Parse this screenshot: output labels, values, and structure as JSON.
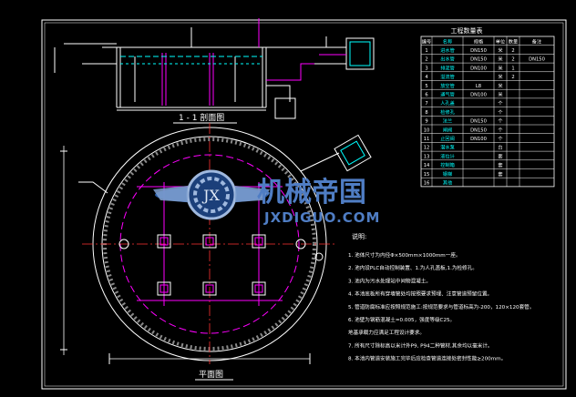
{
  "drawing": {
    "section_title": "1 - 1 剖面图",
    "plan_title": "平面图",
    "table_title": "工程数量表",
    "notes_title": "说明:",
    "notes": [
      "1. 池体尺寸为内径Φ×500mm×1000mm一座。",
      "2. 池内设PLC自动控制装置、1.为人孔盖板,1.为检修孔。",
      "3. 池内为污水处理站中间物混凝土。",
      "4. 本池底板所有穿墙管处均按照要求预埋、注意管道预留位置。",
      "5. 管道防腐标准应按照规范施工:按规范要求与管道标高为-200，120×120套管。",
      "6. 池壁为钢筋混凝土=0.005，强度等级C25。",
      "   地基承载力应满足工程设计要求。",
      "7. 所有尺寸除标高以米计外P9, P94二种管材,其余均以毫米计。",
      "8. 本池内管道安装施工完毕后应检查管道连接处密封性能≥200mm。"
    ]
  },
  "watermark": {
    "cn": "机械帝国",
    "en": "JXDIGUO.COM"
  },
  "table": {
    "headers": [
      "编号",
      "名称",
      "规格",
      "单位",
      "数量",
      "备注"
    ],
    "rows": [
      [
        "1",
        "进水管",
        "DN150",
        "米",
        "2",
        ""
      ],
      [
        "2",
        "出水管",
        "DN150",
        "米",
        "2",
        "DN150"
      ],
      [
        "3",
        "排泥管",
        "DN100",
        "米",
        "1",
        ""
      ],
      [
        "4",
        "溢流管",
        "",
        "米",
        "2",
        ""
      ],
      [
        "5",
        "放空管",
        "L8",
        "米",
        "",
        ""
      ],
      [
        "6",
        "通气管",
        "DN100",
        "米",
        "",
        ""
      ],
      [
        "7",
        "人孔盖",
        "",
        "个",
        "",
        ""
      ],
      [
        "8",
        "检修孔",
        "",
        "个",
        "",
        ""
      ],
      [
        "9",
        "法兰",
        "DN150",
        "个",
        "",
        ""
      ],
      [
        "10",
        "闸阀",
        "DN150",
        "个",
        "",
        ""
      ],
      [
        "11",
        "止回阀",
        "DN100",
        "个",
        "",
        ""
      ],
      [
        "12",
        "潜水泵",
        "",
        "台",
        "",
        ""
      ],
      [
        "13",
        "液位计",
        "",
        "套",
        "",
        ""
      ],
      [
        "14",
        "控制箱",
        "",
        "套",
        "",
        ""
      ],
      [
        "15",
        "钢梯",
        "",
        "套",
        "",
        ""
      ],
      [
        "16",
        "其他",
        "",
        "",
        "",
        ""
      ]
    ]
  },
  "colors": {
    "background": "#000000",
    "line_white": "#ffffff",
    "line_cyan": "#00ffff",
    "line_magenta": "#ff00ff",
    "line_green": "#00ff00",
    "line_yellow": "#ffff00",
    "line_red": "#ff3333",
    "watermark_blue": "#2c63b4"
  }
}
